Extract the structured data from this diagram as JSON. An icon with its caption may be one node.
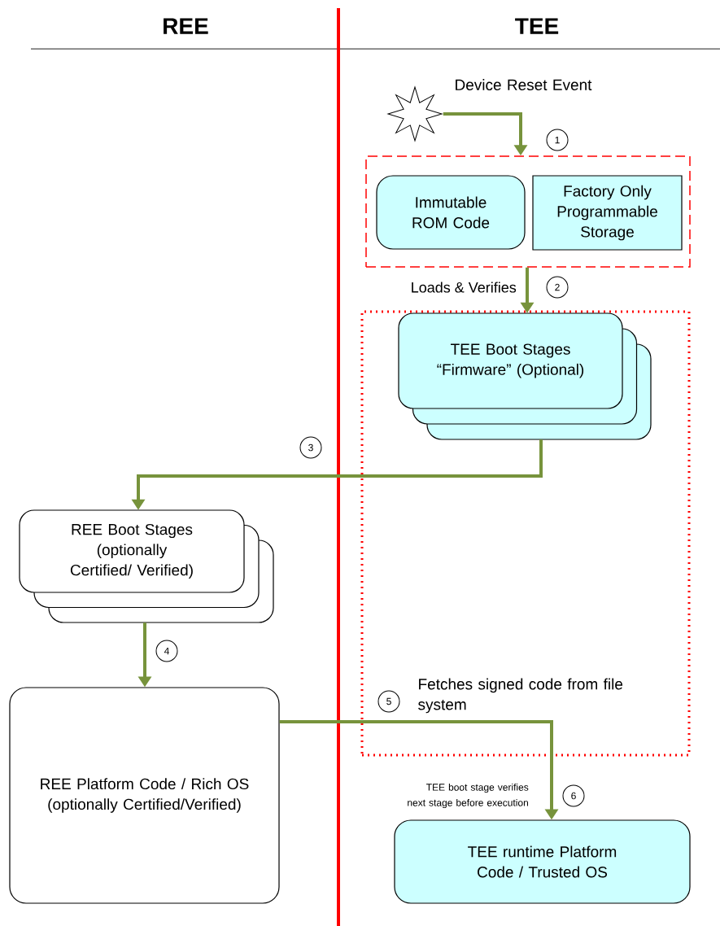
{
  "diagram": {
    "nodes": [
      {
        "text": [],
        "shape": "star",
        "beside": [
          "Device Reset Event"
        ]
      },
      {
        "text": [],
        "shape": "box"
      },
      {
        "text": [
          "Immutable ROM Code"
        ],
        "in": 1
      },
      {
        "text": [
          "Factory Only Programmable Storage"
        ],
        "in": 1
      },
      {
        "text": [
          "Fetches signed code from file system"
        ]
      },
      {
        "text": [
          "TEE Boot Stages “Firmware” (Optional)"
        ],
        "in": 4
      },
      {
        "text": [
          "REE Boot Stages (optionally Certified/ Verified)"
        ]
      },
      {
        "text": [
          "REE Platform Code / Rich OS (optionally Certified/Verified)"
        ]
      },
      {
        "text": [
          "TEE runtime Platform Code / Trusted OS"
        ]
      }
    ],
    "edges": [
      {
        "from": 0,
        "to": 1,
        "arrow": "to"
      },
      {
        "from": 1,
        "to": 5,
        "arrow": "to",
        "label": "Loads & Verifies"
      },
      {
        "from": 5,
        "to": 6,
        "arrow": "to"
      },
      {
        "from": 6,
        "to": 7,
        "arrow": "to"
      },
      {
        "from": 7,
        "to": 8,
        "arrow": "to",
        "label": "TEE boot stage verifies next stage before execution"
      }
    ],
    "labels": [
      "REE",
      "TEE",
      "1",
      "2",
      "3",
      "4",
      "5",
      "6"
    ]
  }
}
